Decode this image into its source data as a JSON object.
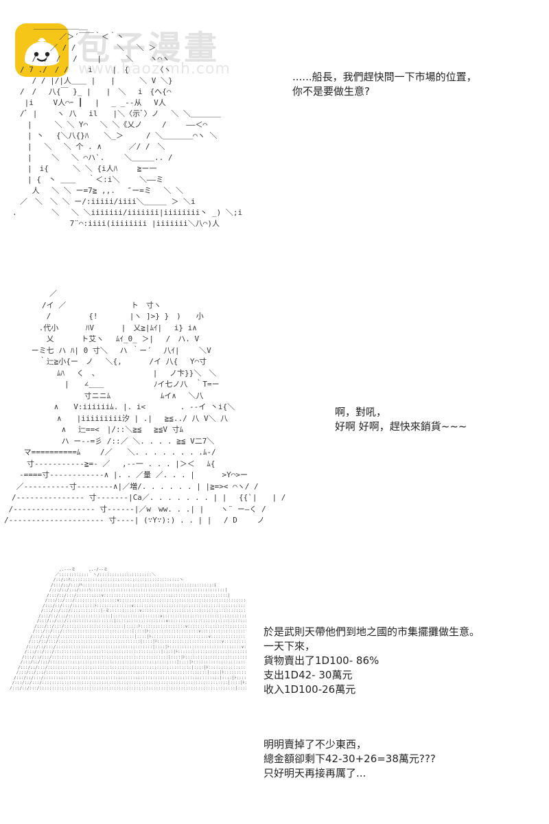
{
  "watermark": {
    "title": "包子漫畫",
    "url": "www.baozimh.com",
    "icon": "baozi-bun-icon",
    "colors": {
      "logo_bg": "#f5c518",
      "watermark_text": "#e2e2e2"
    }
  },
  "panels": [
    {
      "art": "  　 ＿＿＿＿＿＿__\n　　　　 　 ／＞´￣￣｀＜｀丶\n　　　　　／ / / 　 　 　 ＼　 ＼ ＞\n　　 /　/　/　 /　　 |　 　 ＼ 　 ヽ⌒ヽ\n　/ 7 ./　/ /　　 i　　 |　{　　　 〈ヽ\n　　 / / |/|人＿＿ |　　|　 　 ＼ V ＼}\n　/　/　 八{￣ }_ |　　|　＼　 i　{へ{⌒\n　 |i　　 V人⌒ｰ ┃　 |　 _ _--从 　V人\n　/ﾞ |　　 ヽ 八 　il　　|＼〈示ﾞ〉ノ　 ＼ ＼＿＿＿＿\n　　|　　　＼ ＼ Y⌒　 ＼ ＼《乂ノ　 　/　　 ――＜⌒\n　　| 丶　 {＼八{}ﾊ　　＼_＞　　　/ ＼＿＿＿＿⌒ヽ ＼\n　　|　 ＼　 ＼ 个 . ∧　　　 ／/ /　＼\n　　|　　 ＼　 ＼ ⌒ハ`. 　　＼＿＿＿.. /\n　　|　i{ 　　 ＼ ＼ {i人ﾊ　　 ≧ー一\n　　| {　丶 ＿＿　 ｀＜:i＼　 　＼――ミ\n　　 人　 ＼ ＼ ー=7≧ ,,.　 ″ー=ミ 　＼ ＼\n　／　＼　＼ ＼ ー/:iiiii/iiii＼＿＿＿ ＞ ＼i\n.　　　　 ＼　 ＼ ＼iiiiiii/iiiiiii|iiiiiiii丶 _) ＼;i\n　　　　　　　 7¨⌒:iiii(iiiiiiii |iiiiiii＼八⌒)人",
      "lines": [
        "......船長，我們趕快問一下市場的位置，",
        "你不是要做生意?"
      ]
    },
    {
      "art": "　　　　　　／\n　　　　　/イ ／　　　　　 　　　ト　寸ヽ\n　　　　　 /　　　　　{!　　 　 |ヽ ]>} }　)　　小\n　　　　 .代小　　 　ﾊV　　　 |　乂≧|ﾑｲ|　 i} i∧\n　　　　　 乂　 　　ト艾ヽ　 ﾑｲ_0_ ＞|　 /　ハ. V\n　　　 ーミ七 ハ ﾊ| 0 寸＼　 ハ ｀ー´　 八ｲ|　　 ＼V\n　　　　 ｀辷≧小{ー　ノ　 ＼{,　　　 /イ 八{　 Y⌒寸\n　　　　　　　ﾑﾊ　 く　、　　　　　　　 |　 ノ卞}}＼　＼\n　　　　　　　　|　　∠＿＿　　　　　　 ﾉイ七ノ八　｀T=ー\n　　　　　　　　　　 寸ニニﾑ　　　　　　 ﾑイ∧　 ＼八\n　　　　　　 ∧　　V:iiiiiiﾑ. |. i<　　　　 . --イ 丶i{＼\n　　　　　　　∧　　|iiiiiiiii汐 | .|　 ≧≦../ 八 V＼ 八\n　　　　　　　 ∧ 　辷==<　|/::＼≧≦ 　≧≦V 寸ﾑ\n　　　　　　　 ハ ー--=彡 /::／ ＼. . . . ≧≦ V二7＼\n　　 マ==========ﾑ　　 /／　　＼. . . . . . . .ﾑ-/\n　　　寸-----------≧=- ／　 ,--一 . . . |＞＜　 ﾑ{\n　　-====寸------------∧ |. . ／量 ／. . . |　　　 >Y⌒>ー\n　 ／----------寸--------∧|／増/. . . . . . | |≧=>< ⌒ヽ/ /\n　/--------------- 寸-------|Ca／. . . . . . . | | 　{{`|　　| /\n /------------------ 寸------|／w　ww. . .| | 　 ヽ¨ ー―く /\n/--------------------- 寸----| (∵Y∵):) . . | |　 / D　　 ノ",
      "lines": [
        "啊，對吼，",
        "好啊 好啊，趕快來銷貨~~~"
      ]
    },
    {
      "art": "　　　　　　　　　　　　,.---ミ　 　 ,.-/--ミ\n　　　　　　　　　　　／::::::::::::｀丶/:::::::::::::::::::::＼\n　　　　　　　　　　 /::/::ﾊ::::::::::::::::::::::::::::::::::::::::::::ヽ\n　　　　　　　　　　/:::/::/:::/ﾍ:::::::::::::::::::::::::::::::::::::::::::::::::::::i\n　　　　　　　　　 /:::/::/:::/::::ﾍ::::::::::::::::::::::::::::::::::::::::::::::::::::::|\n　　　　　　　　　/:::/::/:::/::::::::::∨::::::::::::::::::::::::::::::::::::::::::::::::::|\n　　　　　　　　 /:::/::/:::/:::::::::::::::::∨::::::::::::::::::::::::::::::::::::::::::::::::::::|\n　　　　　　　　/:::/::/:::/:::::::::ﾄ::::::::::::::∨::::::::::::::::::::::::::::::::::::::::::::::::::|\n　　　　　　　 /:::/::/:::/::::::::::::|-ミ::::::::::::∨:::::::::::::::::::::::::::::::::::::::::::::::::|\n　　　　　　　/:::/::/:::/:::::::::::::::::|:::::::::::::::::::∨:::::::::::::::::::::::::::::::::::::::::::::::|\n　　　　　　 /:::/::/:::/:::::::::::::::::::|::::::::::::::::::::∨::::::::::::::::::::::::::::::::::::::::::::::|\n　　　　　　/:::/::/:::/::::::::::::::::::::::::|:::::ﾄ::::::::::::::::::∨::::::::::::::::::::::::::::::::::::::::::::|\n　　　　　 /:::/::/:::/::::::::::::::::::::::::::::|::::|ﾄ::::::::::::::::::::∨:::::::::::::::::::::::::::::::::::::::::|\n　　　　　/:::/::/:::/::::::::::::::::::::::::::::::|::::|ﾄ:::::::::::::::::::::::∨::::::::::::::::::::::::::::::::::::::|\n　　　　 /:::/::/:::/:::::::::::::::::::::::::::::::::|::::|ﾄ::::::::::::::::::::::::::∨::::::::::::::::::::::::::::::::::::|\n　　　　/:::/::/:::/:::::::::::::::::::::::::::::::::::::::|::::|ﾄ:::::::::::::::::::::::::::::∨::::::::::::::::::::::::::::::::::|\n　　　 /:::/::/:::/:::::::::::::::::::::::::::::::::::::::::::|::::|ﾄ:::::::::::::::::::::::::::::::∨:::::::::::::::::::::::::::::::|\n　　　/:::/::/:::/:::::::::::::::::::::::::::::::::::::::::::::::|::::|ﾄ::::::::::::::::::::::::::::::::::∨::::::::::::::::::::::::::::|\n　　 /:::/::/:::/:::::::::::::::::::::::::::::::::::::::::::::::::::|::::|ﾄ:::::::::::::::::::::::::::::::::::::∨::::::::::::::::::::::::::|\n　　/:::/::/:::/::::::::::::::::::::::::::::::::::::::::::::::::::::::::::|::::|ﾄ::::::::::::::::::::::::::::::::::::::::∨::::::::::::::::::::::|\n　 /:::/::/:::/:::::::::::::::::::::::::::::::::::::::::::::::::::::::::::::::::|::::|ﾄ::::::::::::::::::::::::::::::::::::::::::::∨:::::::::::::::::::|\n　/:::/::/:::/:::::::::::::::::::::::::::::::::::::::::::::::::::::::::::::::::::::::|::::|ﾄ:::::::::::::::::::::::::::::::::::::::::::::::∨:::::::::::::::::|\n /:::/::/:::/:::::::::::::::::::::::::::::::::::::::::::::::::::::::::::::::::::::::::::|::::|ﾄ::::::::::::::::::::::::::::::::::::::::::::::::::∨::::::::::::::|\n/:::/::/:::/:::::::::::::::::::::::::::::::::::::::::::::::::::::::::::::::::::::::::::::::|::::|ﾄ:::::::::::::::::::::::::::::::::::::::::::::::::::::∨:::::::::::|",
      "lines": [
        "於是武則天帶他們到地之國的市集擺攤做生意。",
        "一天下來，",
        "貨物賣出了1D100- 86%",
        "支出1D42- 30萬元",
        "收入1D100-26萬元"
      ],
      "lines2": [
        "明明賣掉了不少東西，",
        "總金額卻剩下42-30+26=38萬元???",
        "只好明天再接再厲了..."
      ]
    }
  ]
}
